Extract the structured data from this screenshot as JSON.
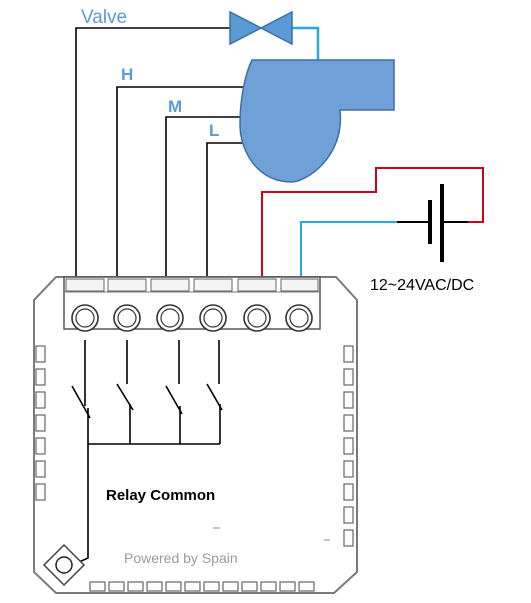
{
  "labels": {
    "valve": "Valve",
    "speed_high": "H",
    "speed_medium": "M",
    "speed_low": "L",
    "power_supply": "12~24VAC/DC",
    "relay_common": "Relay Common",
    "branding": "Powered by Spain"
  },
  "colors": {
    "wire": "#000000",
    "positive_wire": "#d0021b",
    "negative_wire": "#29a8e0",
    "valve_fill": "#5b9bd5",
    "fan_fill": "#6fa0d8",
    "label_blue": "#5b9bd5"
  }
}
